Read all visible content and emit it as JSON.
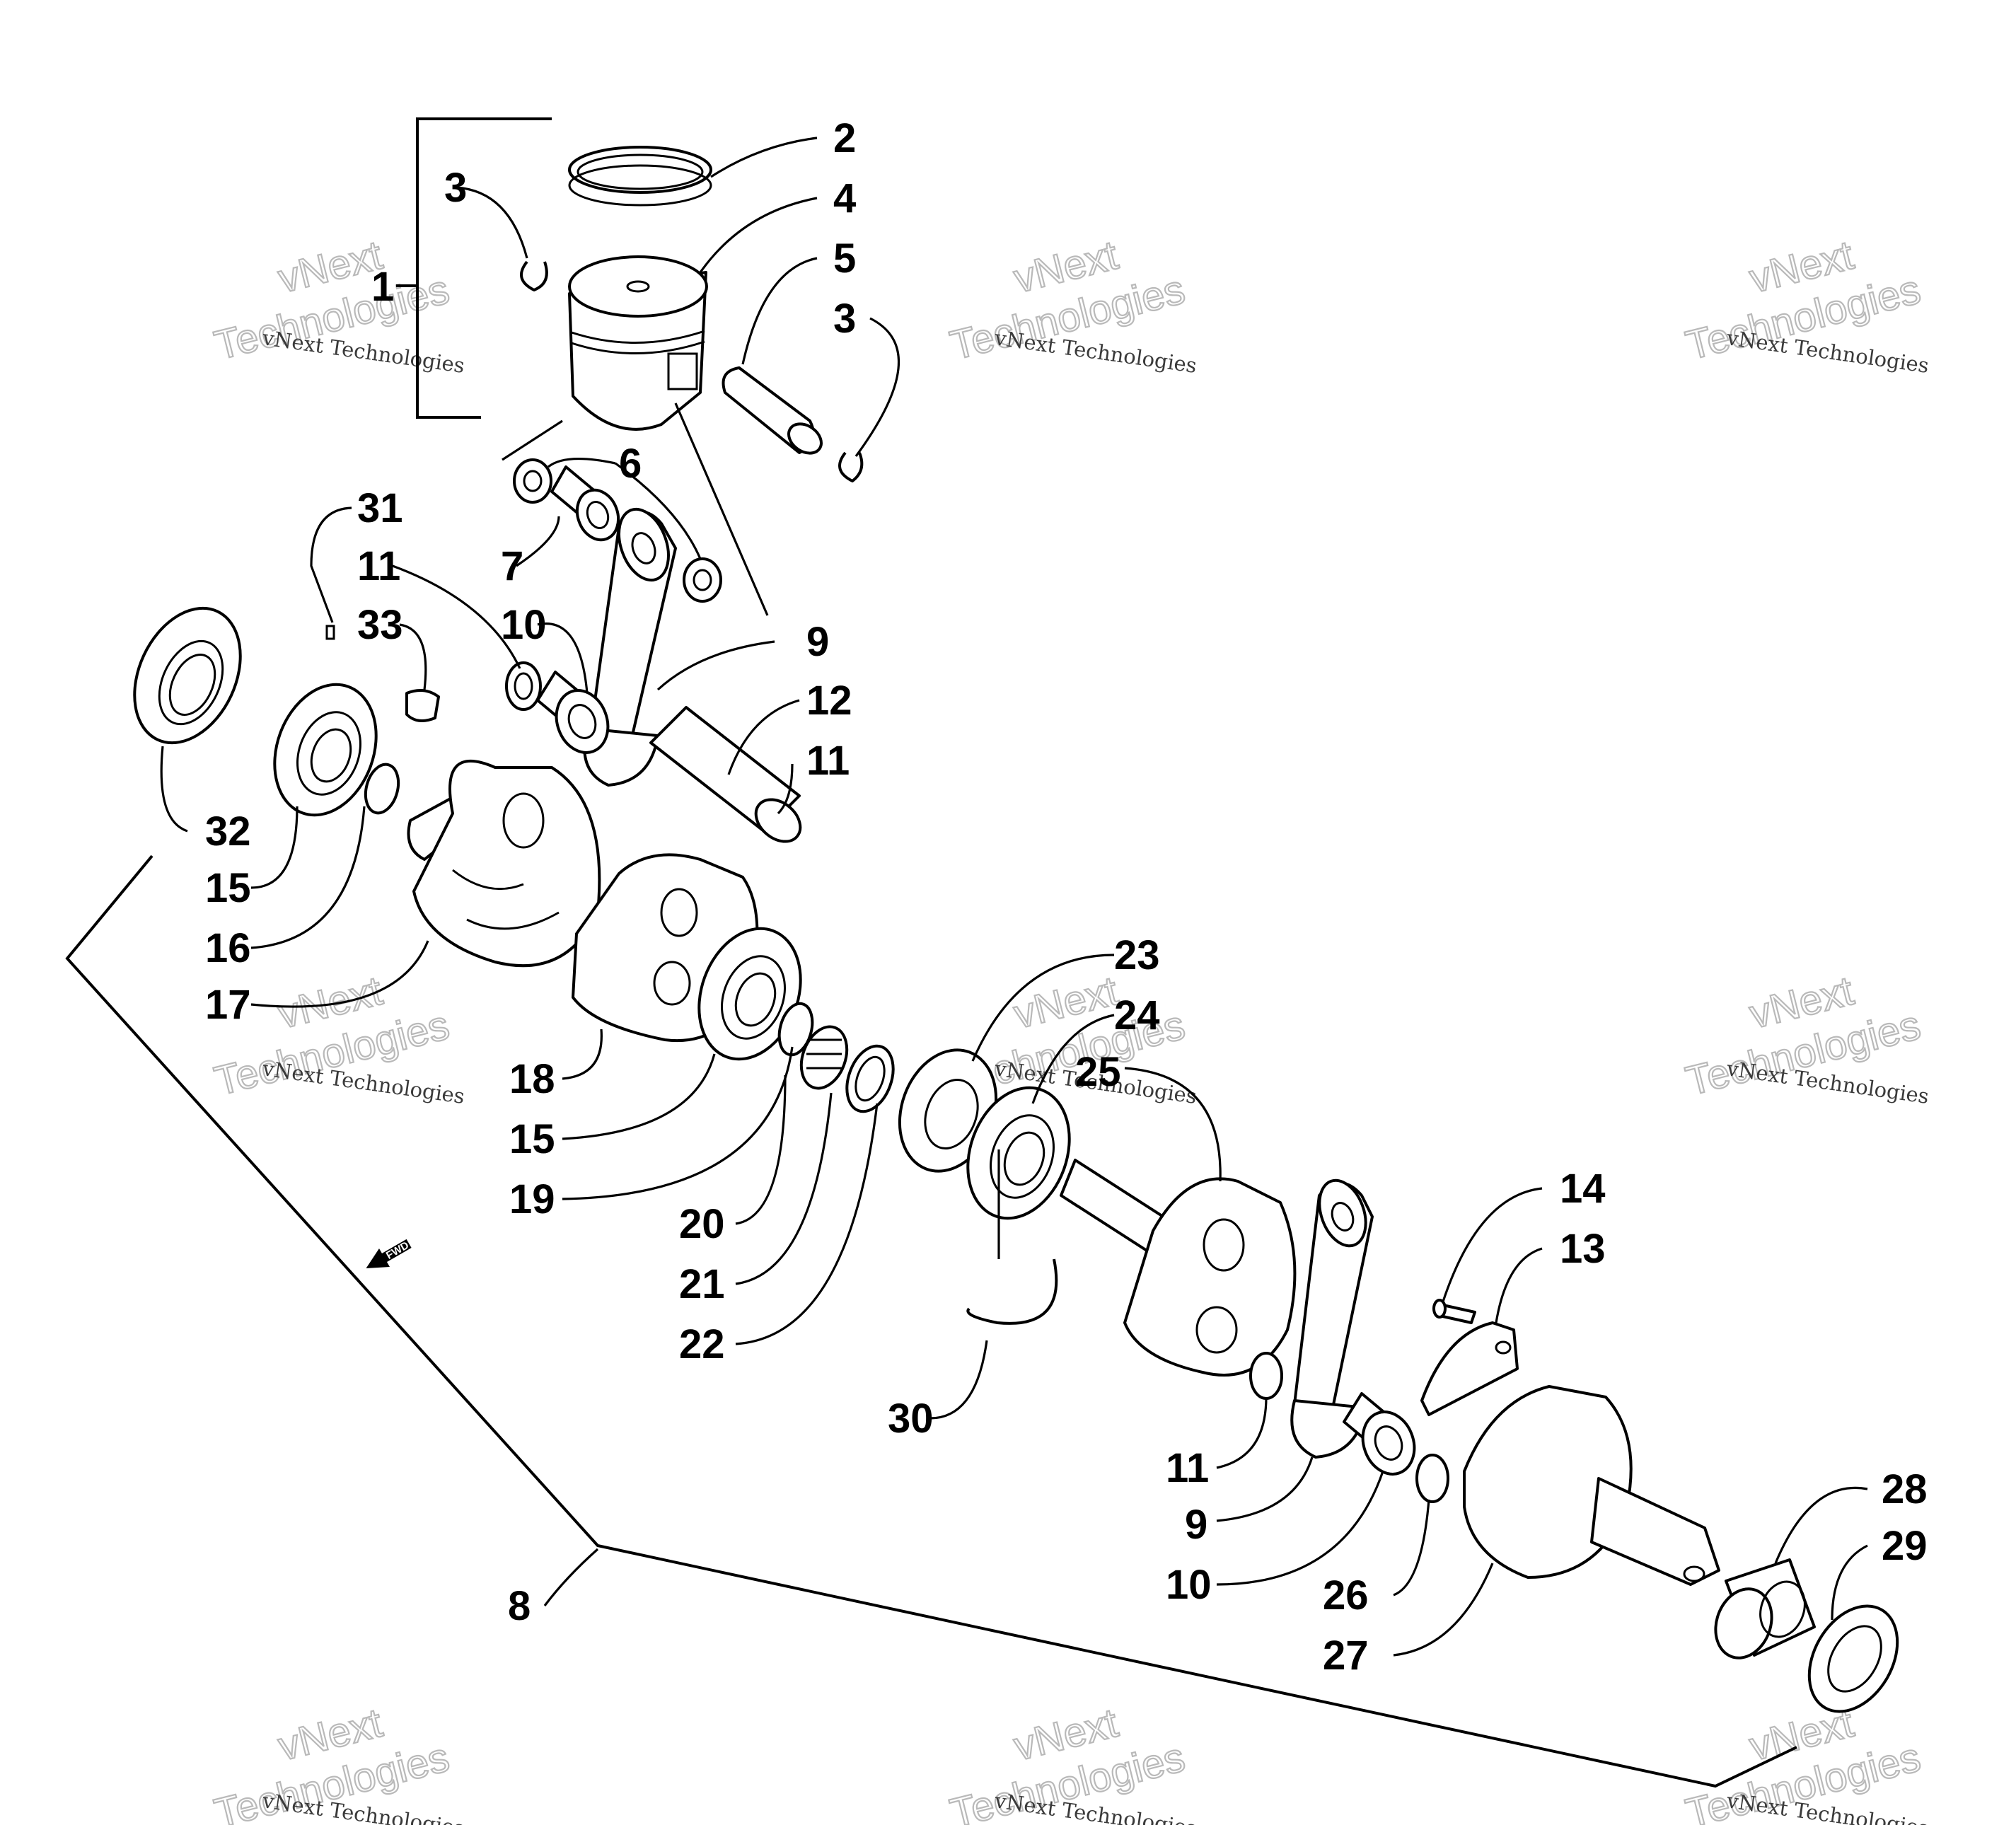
{
  "callouts": [
    {
      "label": "1"
    },
    {
      "label": "2"
    },
    {
      "label": "3"
    },
    {
      "label": "4"
    },
    {
      "label": "5"
    },
    {
      "label": "3"
    },
    {
      "label": "6"
    },
    {
      "label": "7"
    },
    {
      "label": "31"
    },
    {
      "label": "11"
    },
    {
      "label": "33"
    },
    {
      "label": "10"
    },
    {
      "label": "9"
    },
    {
      "label": "12"
    },
    {
      "label": "11"
    },
    {
      "label": "32"
    },
    {
      "label": "15"
    },
    {
      "label": "16"
    },
    {
      "label": "17"
    },
    {
      "label": "18"
    },
    {
      "label": "15"
    },
    {
      "label": "19"
    },
    {
      "label": "20"
    },
    {
      "label": "21"
    },
    {
      "label": "22"
    },
    {
      "label": "23"
    },
    {
      "label": "24"
    },
    {
      "label": "25"
    },
    {
      "label": "30"
    },
    {
      "label": "14"
    },
    {
      "label": "13"
    },
    {
      "label": "11"
    },
    {
      "label": "9"
    },
    {
      "label": "10"
    },
    {
      "label": "26"
    },
    {
      "label": "27"
    },
    {
      "label": "28"
    },
    {
      "label": "29"
    },
    {
      "label": "8"
    }
  ],
  "watermark": {
    "line1": "vNext",
    "line2": "Technologies",
    "full": "vNext Technologies"
  },
  "fwd_label": "FWD"
}
